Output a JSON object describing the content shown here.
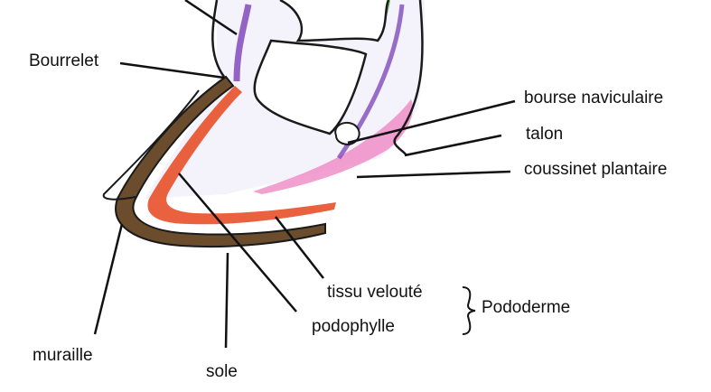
{
  "labels": {
    "bourrelet": "Bourrelet",
    "bourse_naviculaire": "bourse naviculaire",
    "talon": "talon",
    "coussinet_plantaire": "coussinet plantaire",
    "tissu_veloute": "tissu velouté",
    "podophylle": "podophylle",
    "pododerme": "Pododerme",
    "muraille": "muraille",
    "sole": "sole"
  },
  "colors": {
    "outline": "#1a1a1a",
    "wall_brown": "#5a4128",
    "dermis_red": "#e8502a",
    "pad_pink": "#ef8fc8",
    "bursa_purple": "#7a3fb8",
    "bone_fill": "#eeeaf7",
    "tendon_green": "#6fb26a"
  }
}
